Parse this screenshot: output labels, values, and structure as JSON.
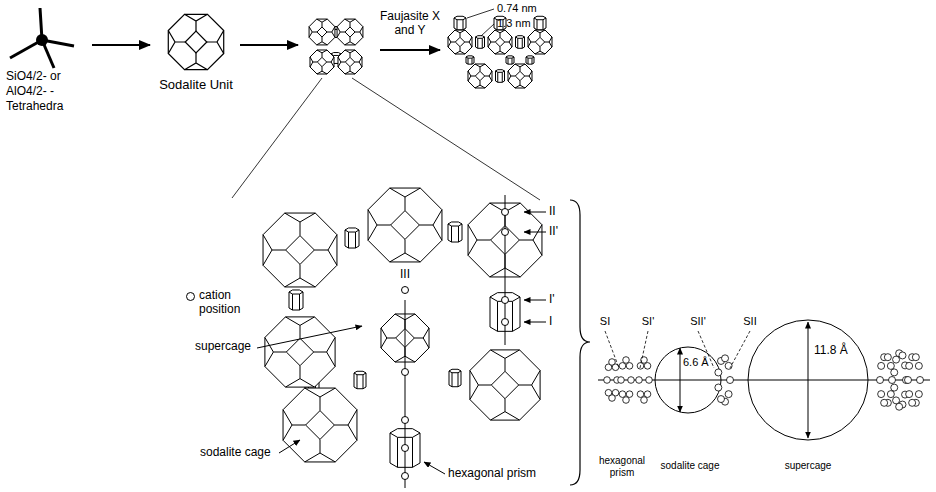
{
  "diagram": {
    "labels": [
      "SiO4/2- or",
      "AlO4/2- -",
      "Tetrahedra",
      "Sodalite Unit",
      "Faujasite X and Y",
      "0.74 nm",
      "1.3 nm",
      "III",
      "II",
      "II'",
      "I'",
      "I",
      "supercage",
      "sodalite cage",
      "hexagonal prism",
      "SI",
      "SI'",
      "SII'",
      "SII",
      "6.6 Å",
      "11.8 Å",
      "hexagonal prism",
      "sodalite cage",
      "supercage"
    ],
    "legend": [
      {
        "text": "cation position"
      }
    ]
  }
}
